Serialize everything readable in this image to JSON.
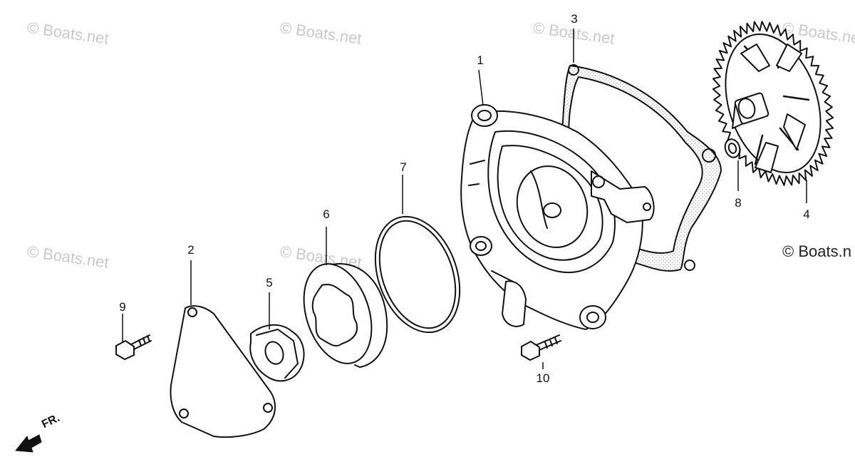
{
  "watermark_text": "© Boats.net",
  "copyright_text": "© Boats.n",
  "front_label": "FR.",
  "callouts": {
    "c1": "1",
    "c2": "2",
    "c3": "3",
    "c4": "4",
    "c5": "5",
    "c6": "6",
    "c7": "7",
    "c8": "8",
    "c9": "9",
    "c10": "10"
  },
  "colors": {
    "line": "#111111",
    "watermark": "#c9c9c9"
  }
}
